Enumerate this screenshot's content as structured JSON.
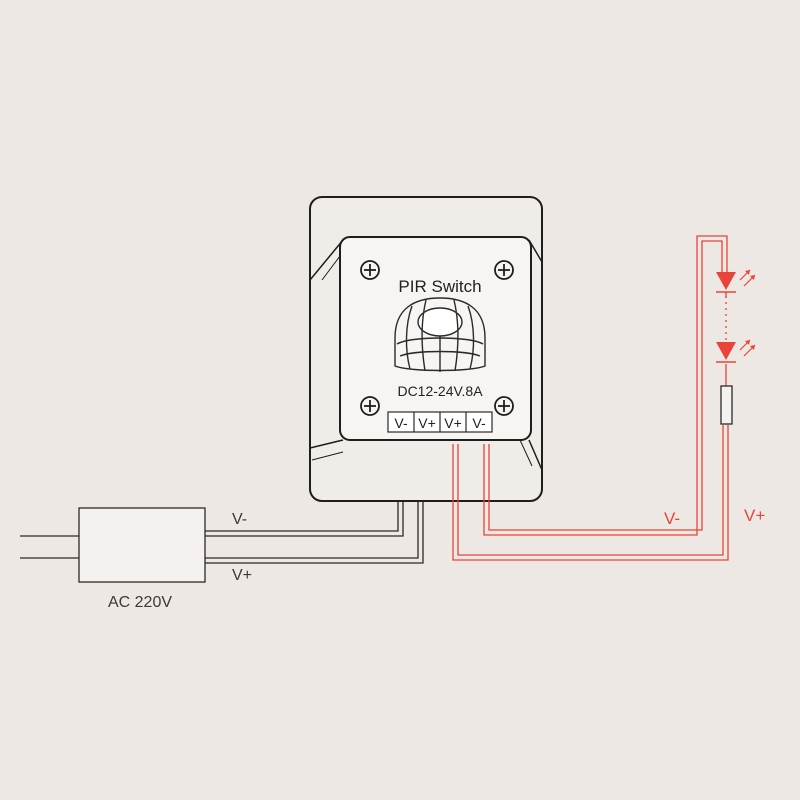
{
  "colors": {
    "background": "#ede8e3",
    "line_black": "#2a2a2a",
    "line_red": "#e8443a",
    "box_fill": "#f4f1ee",
    "label_gray": "#3a3a3a"
  },
  "device": {
    "title": "PIR Switch",
    "rating": "DC12-24V.8A",
    "terminals": [
      "V-",
      "V+",
      "V+",
      "V-"
    ]
  },
  "power_supply": {
    "label": "AC 220V",
    "out_minus": "V-",
    "out_plus": "V+"
  },
  "load": {
    "minus_label": "V-",
    "plus_label": "V+",
    "components": [
      "led-icon",
      "led-icon",
      "resistor-icon"
    ]
  }
}
